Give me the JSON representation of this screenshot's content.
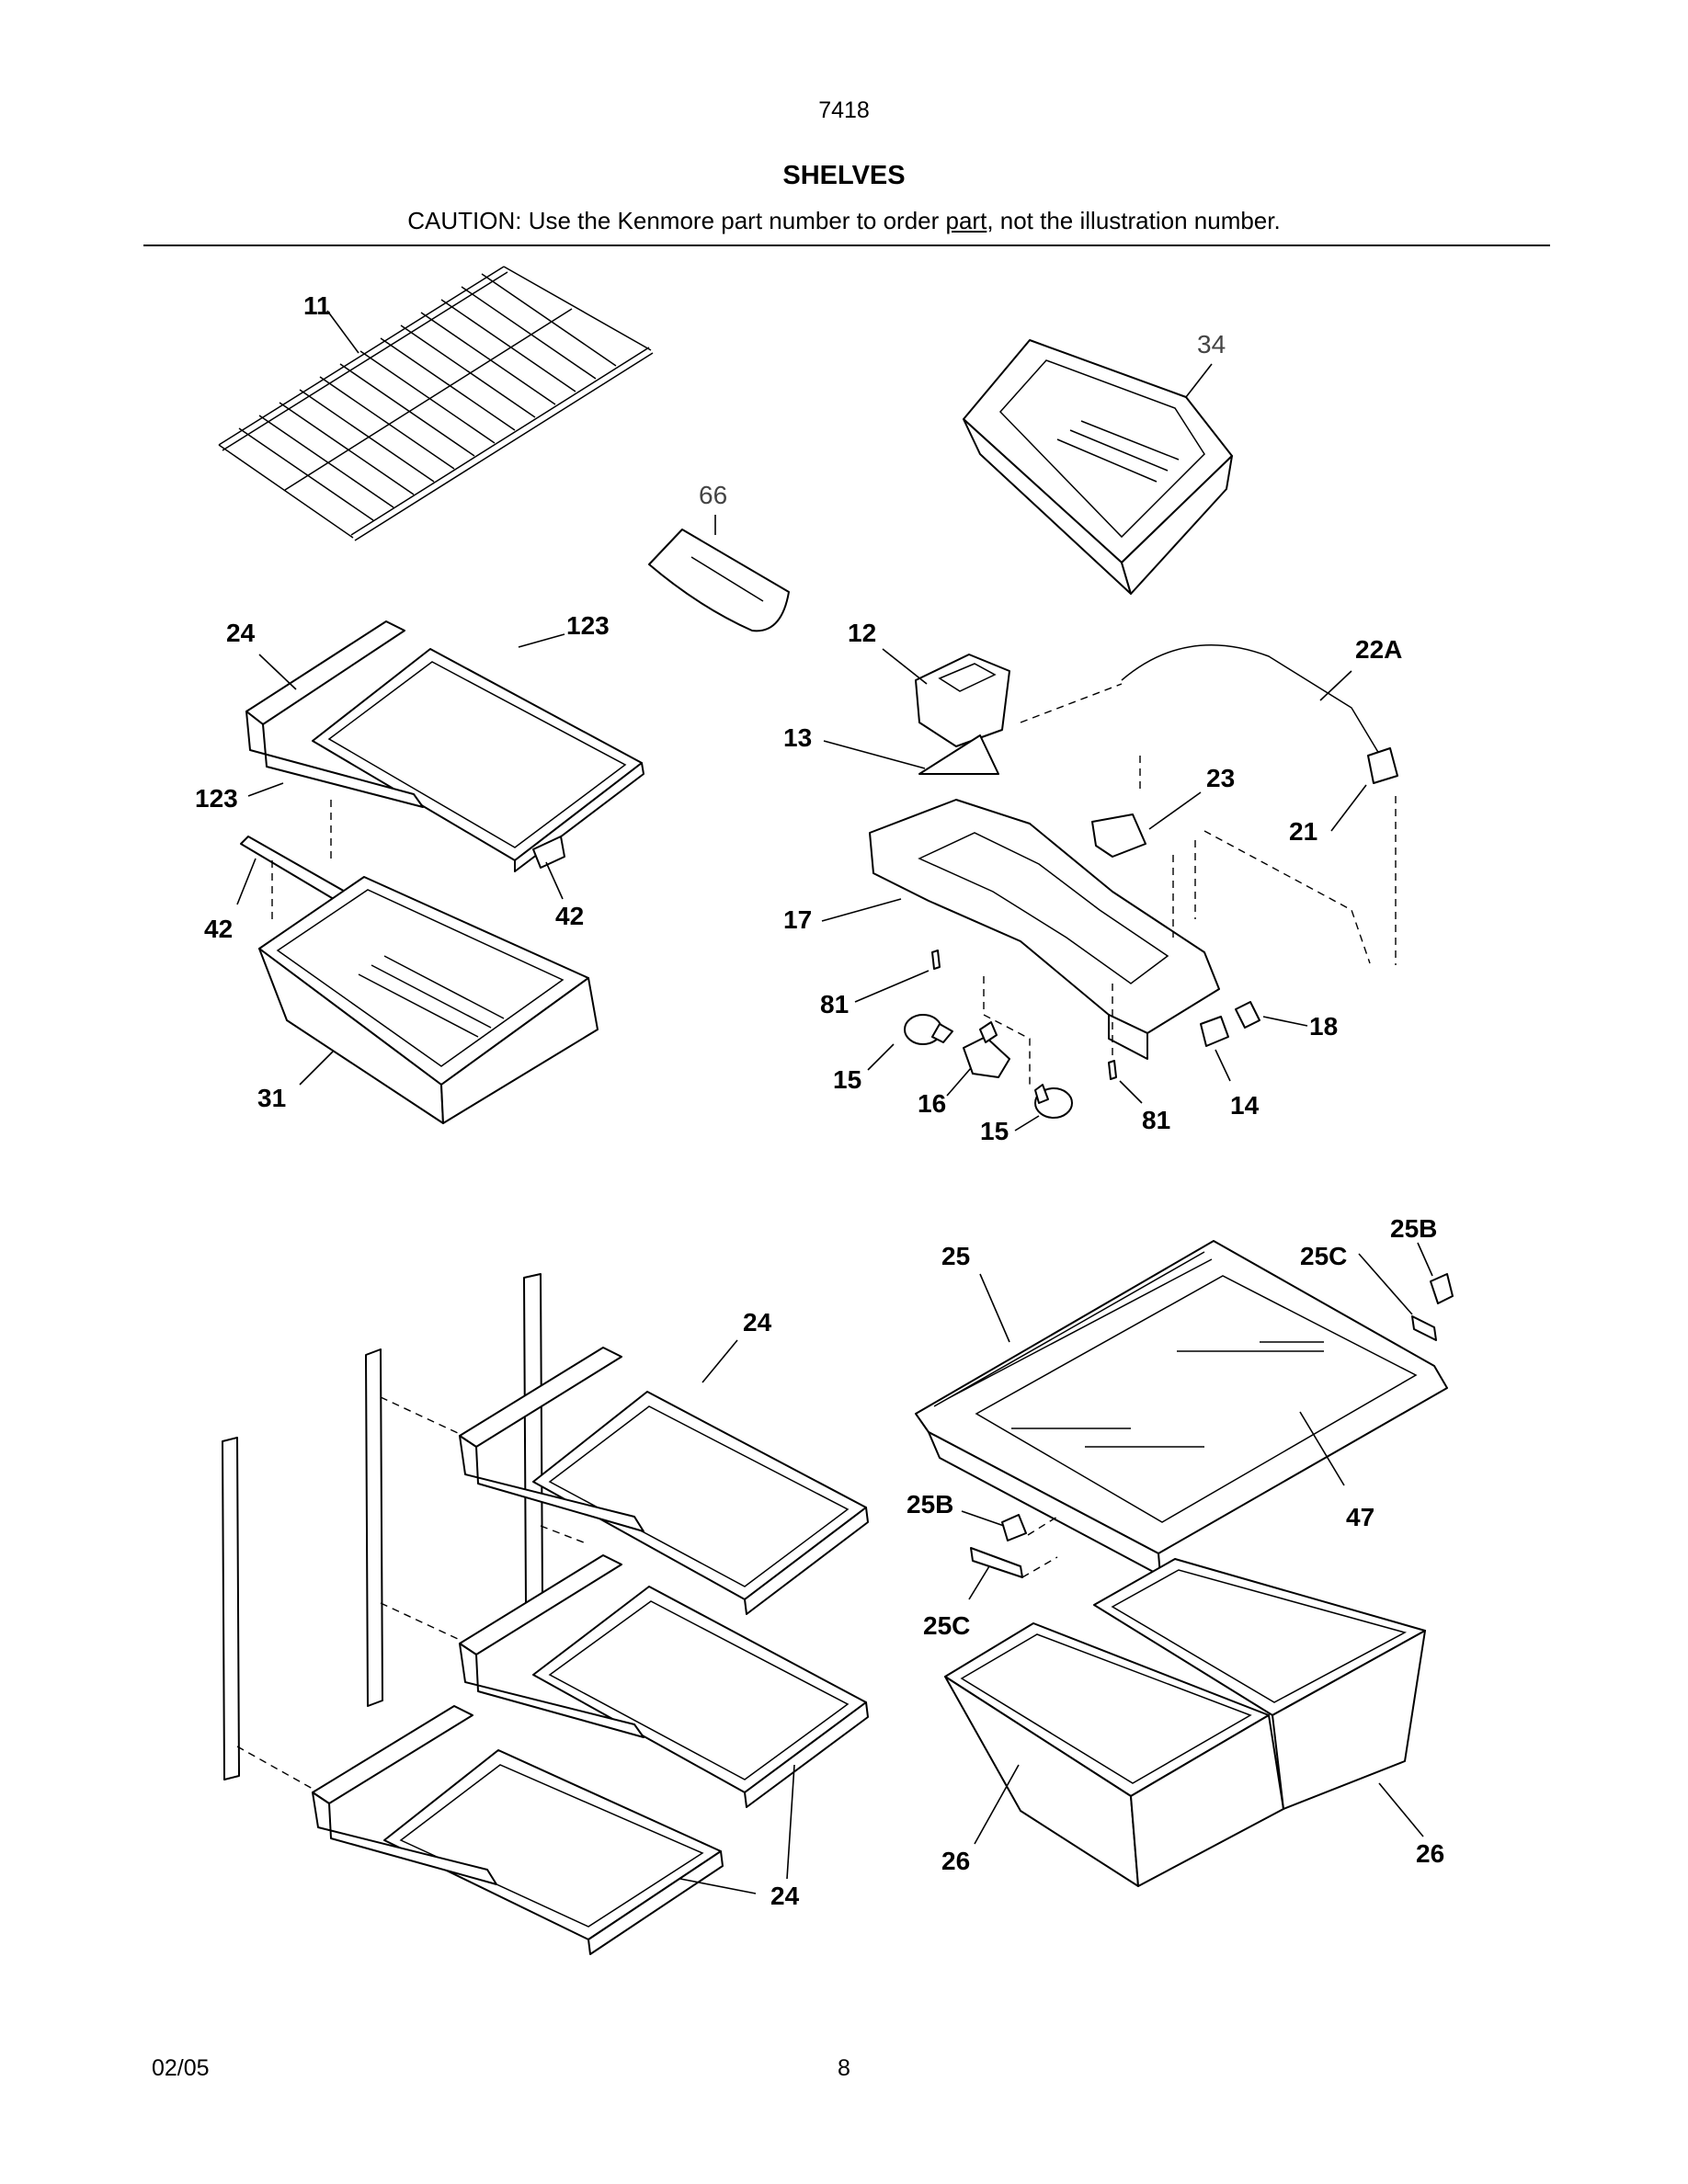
{
  "header": {
    "page_code": "7418",
    "title": "SHELVES",
    "caution_before": "CAUTION: Use the Kenmore part number to order ",
    "caution_underlined": "part",
    "caution_after": ", not the illustration number."
  },
  "callouts": {
    "c11": "11",
    "c34": "34",
    "c66": "66",
    "c24a": "24",
    "c123a": "123",
    "c123b": "123",
    "c42a": "42",
    "c42b": "42",
    "c31": "31",
    "c12": "12",
    "c22a": "22A",
    "c13": "13",
    "c23": "23",
    "c21": "21",
    "c17": "17",
    "c81a": "81",
    "c18": "18",
    "c15a": "15",
    "c16": "16",
    "c15b": "15",
    "c81b": "81",
    "c14": "14",
    "c25b_top": "25B",
    "c25": "25",
    "c25c_top": "25C",
    "c24b": "24",
    "c47": "47",
    "c25b": "25B",
    "c25c": "25C",
    "c24c": "24",
    "c26a": "26",
    "c26b": "26"
  },
  "footer": {
    "date": "02/05",
    "page_number": "8"
  }
}
